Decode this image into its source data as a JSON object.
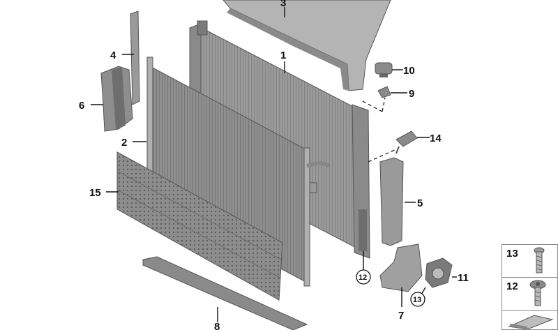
{
  "callouts": [
    {
      "id": "1",
      "label": "1"
    },
    {
      "id": "2",
      "label": "2"
    },
    {
      "id": "3",
      "label": "3"
    },
    {
      "id": "4",
      "label": "4"
    },
    {
      "id": "5",
      "label": "5"
    },
    {
      "id": "6",
      "label": "6"
    },
    {
      "id": "7",
      "label": "7"
    },
    {
      "id": "8",
      "label": "8"
    },
    {
      "id": "9",
      "label": "9"
    },
    {
      "id": "10",
      "label": "10"
    },
    {
      "id": "11",
      "label": "11"
    },
    {
      "id": "12",
      "label": "12"
    },
    {
      "id": "13",
      "label": "13"
    },
    {
      "id": "14",
      "label": "14"
    },
    {
      "id": "15",
      "label": "15"
    }
  ],
  "legend": {
    "item_13": "13",
    "item_12": "12"
  },
  "colors": {
    "part_fill": "#9a9a9a",
    "part_dark": "#6e6e6e",
    "part_light": "#c8c8c8",
    "line": "#111111"
  }
}
